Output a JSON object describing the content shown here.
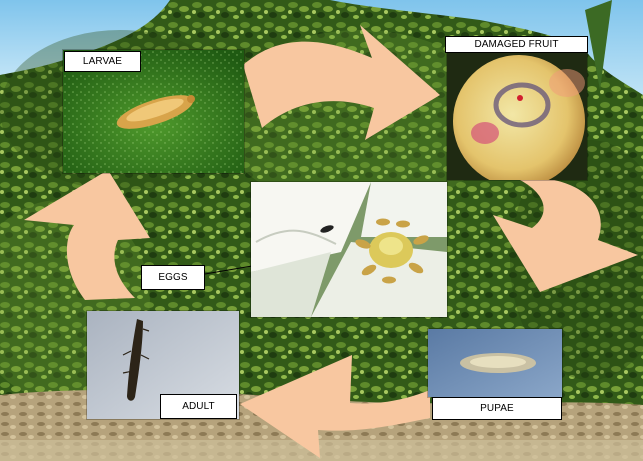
{
  "diagram": {
    "stages": {
      "larvae": "LARVAE",
      "damaged_fruit": "DAMAGED FRUIT",
      "pupae": "PUPAE",
      "adult": "ADULT",
      "eggs": "EGGS"
    }
  }
}
